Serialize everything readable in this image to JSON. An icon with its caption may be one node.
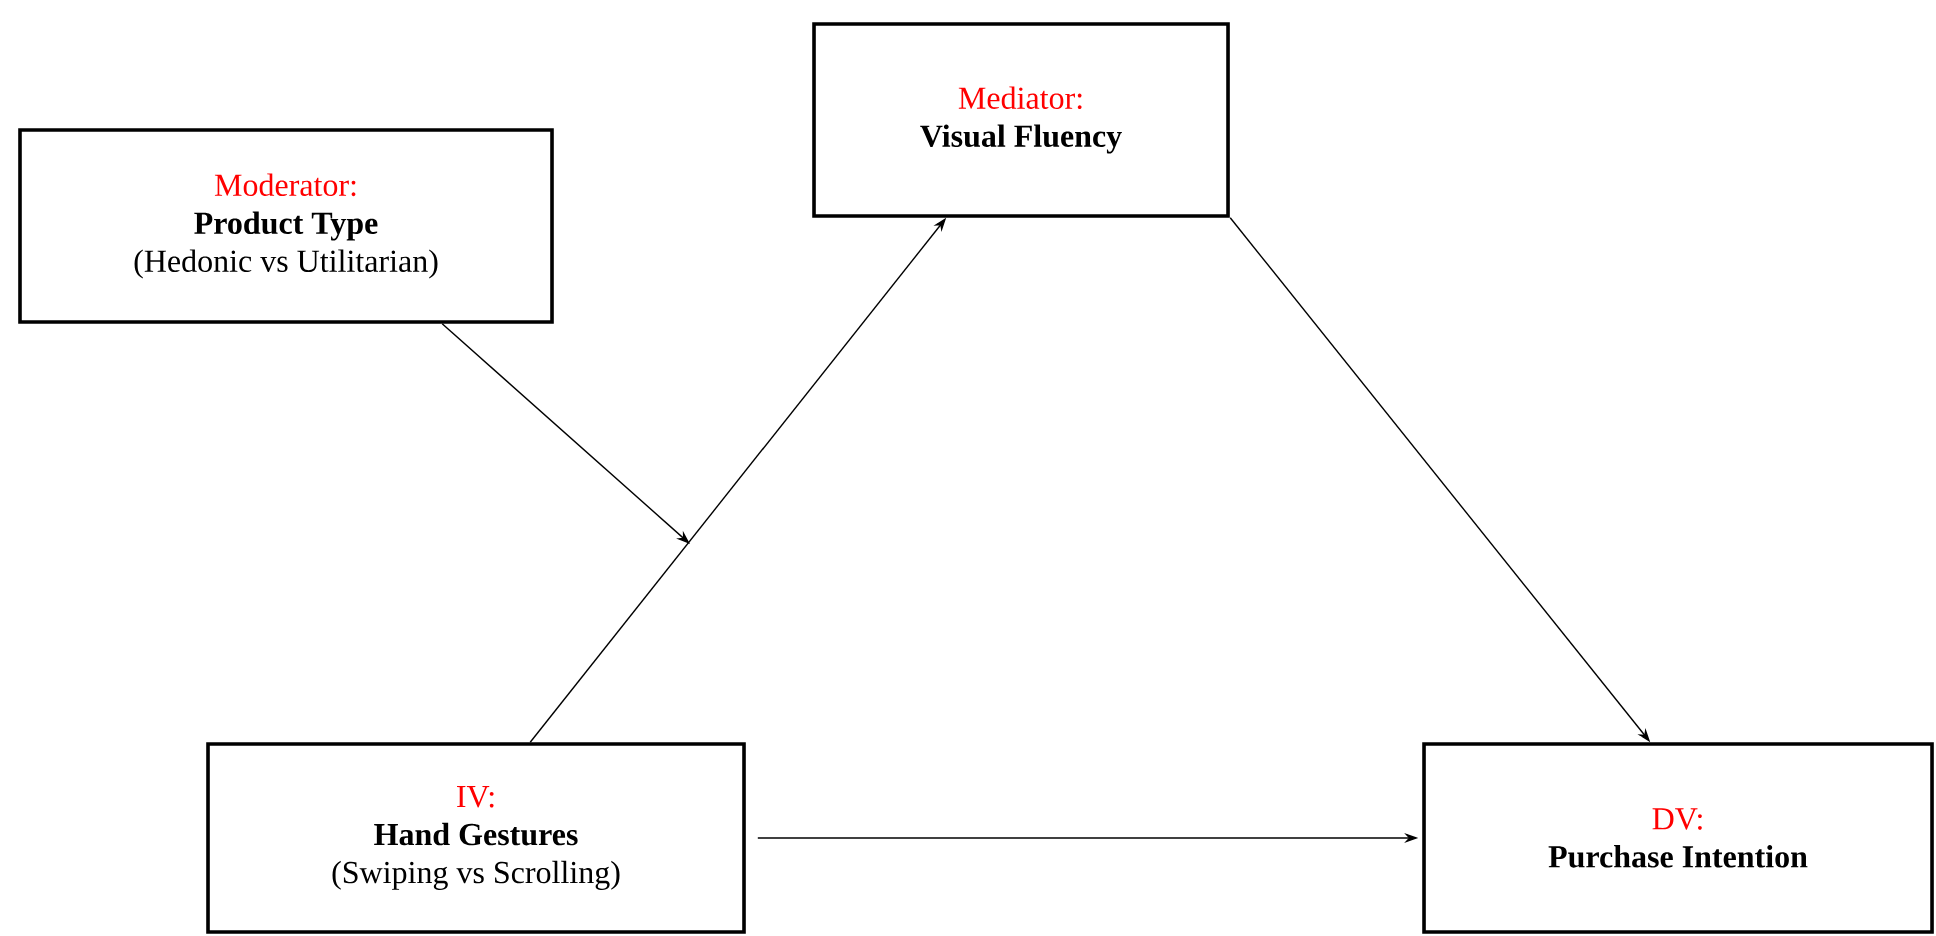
{
  "diagram": {
    "nodes": [
      {
        "text": [
          "Moderator:",
          "Product Type",
          "(Hedonic vs Utilitarian)"
        ]
      },
      {
        "text": [
          "Mediator:",
          "Visual Fluency"
        ]
      },
      {
        "text": [
          "IV:",
          "Hand Gestures",
          "(Swiping vs Scrolling)"
        ]
      },
      {
        "text": [
          "DV:",
          "Purchase Intention"
        ]
      }
    ],
    "edges": [
      {
        "from": 0,
        "to": null,
        "arrow": "to"
      },
      {
        "from": 2,
        "to": 1,
        "arrow": "to"
      },
      {
        "from": 1,
        "to": 3,
        "arrow": "to"
      },
      {
        "from": 2,
        "to": 3,
        "arrow": "to"
      }
    ]
  }
}
